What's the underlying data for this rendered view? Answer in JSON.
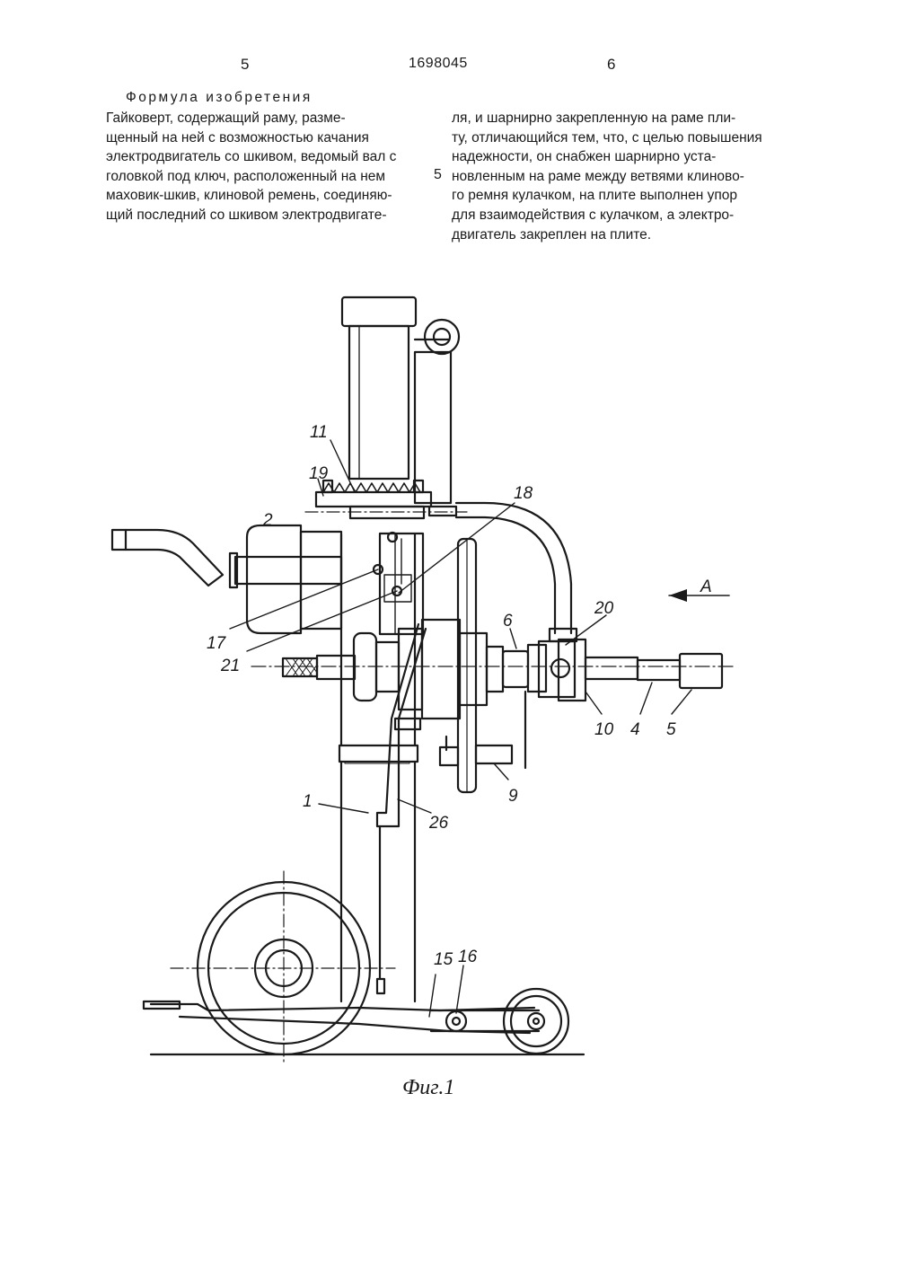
{
  "header": {
    "page_left": "5",
    "patent_number": "1698045",
    "page_right": "6"
  },
  "claims": {
    "heading": "Формула изобретения",
    "left_lines": [
      "Гайковерт, содержащий раму, разме-",
      "щенный на ней с возможностью качания",
      "электродвигатель со шкивом, ведомый вал с",
      "головкой под ключ, расположенный на нем",
      "маховик-шкив, клиновой ремень, соединяю-",
      "щий последний со шкивом электродвигате-"
    ],
    "right_lines": [
      "ля, и шарнирно закрепленную на раме пли-",
      "ту, отличающийся тем, что, с целью повышения",
      "надежности, он снабжен шарнирно уста-",
      "новленным на раме между ветвями клиново-",
      "го ремня кулачком, на плите выполнен упор",
      "для взаимодействия с кулачком, а электро-",
      "двигатель закреплен на плите."
    ],
    "line_marker": "5"
  },
  "figure": {
    "caption": "Фиг.1",
    "view_arrow_label": "А",
    "labels": {
      "l1": "1",
      "l2": "2",
      "l4": "4",
      "l5": "5",
      "l6": "6",
      "l9": "9",
      "l10": "10",
      "l11": "11",
      "l15": "15",
      "l16": "16",
      "l17": "17",
      "l18": "18",
      "l19": "19",
      "l20": "20",
      "l21": "21",
      "l26": "26"
    }
  }
}
